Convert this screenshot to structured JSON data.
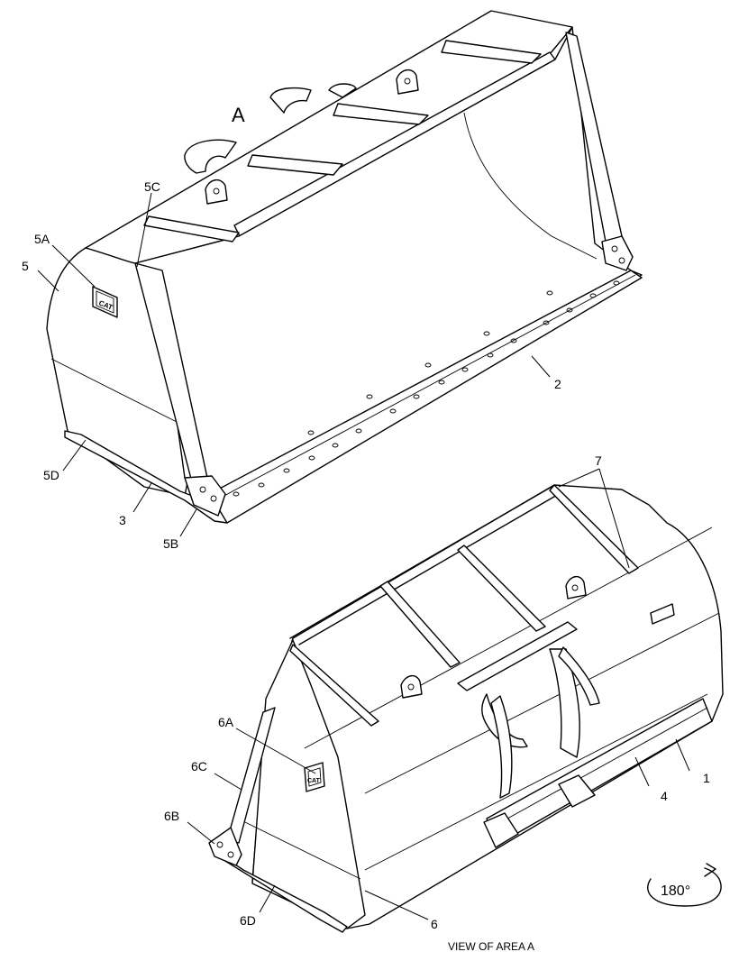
{
  "view_a_label": "A",
  "caption": "VIEW OF AREA  A",
  "rotation_label": "180°",
  "callouts_top": {
    "c5": "5",
    "c5A": "5A",
    "c5C": "5C",
    "c5D": "5D",
    "c3": "3",
    "c5B": "5B",
    "c2": "2"
  },
  "callouts_bottom": {
    "c7": "7",
    "c1": "1",
    "c4": "4",
    "c6A": "6A",
    "c6C": "6C",
    "c6B": "6B",
    "c6D": "6D",
    "c6": "6"
  },
  "icons": {
    "logo": "cat-logo-plate",
    "rotate": "rotate-180-icon"
  }
}
